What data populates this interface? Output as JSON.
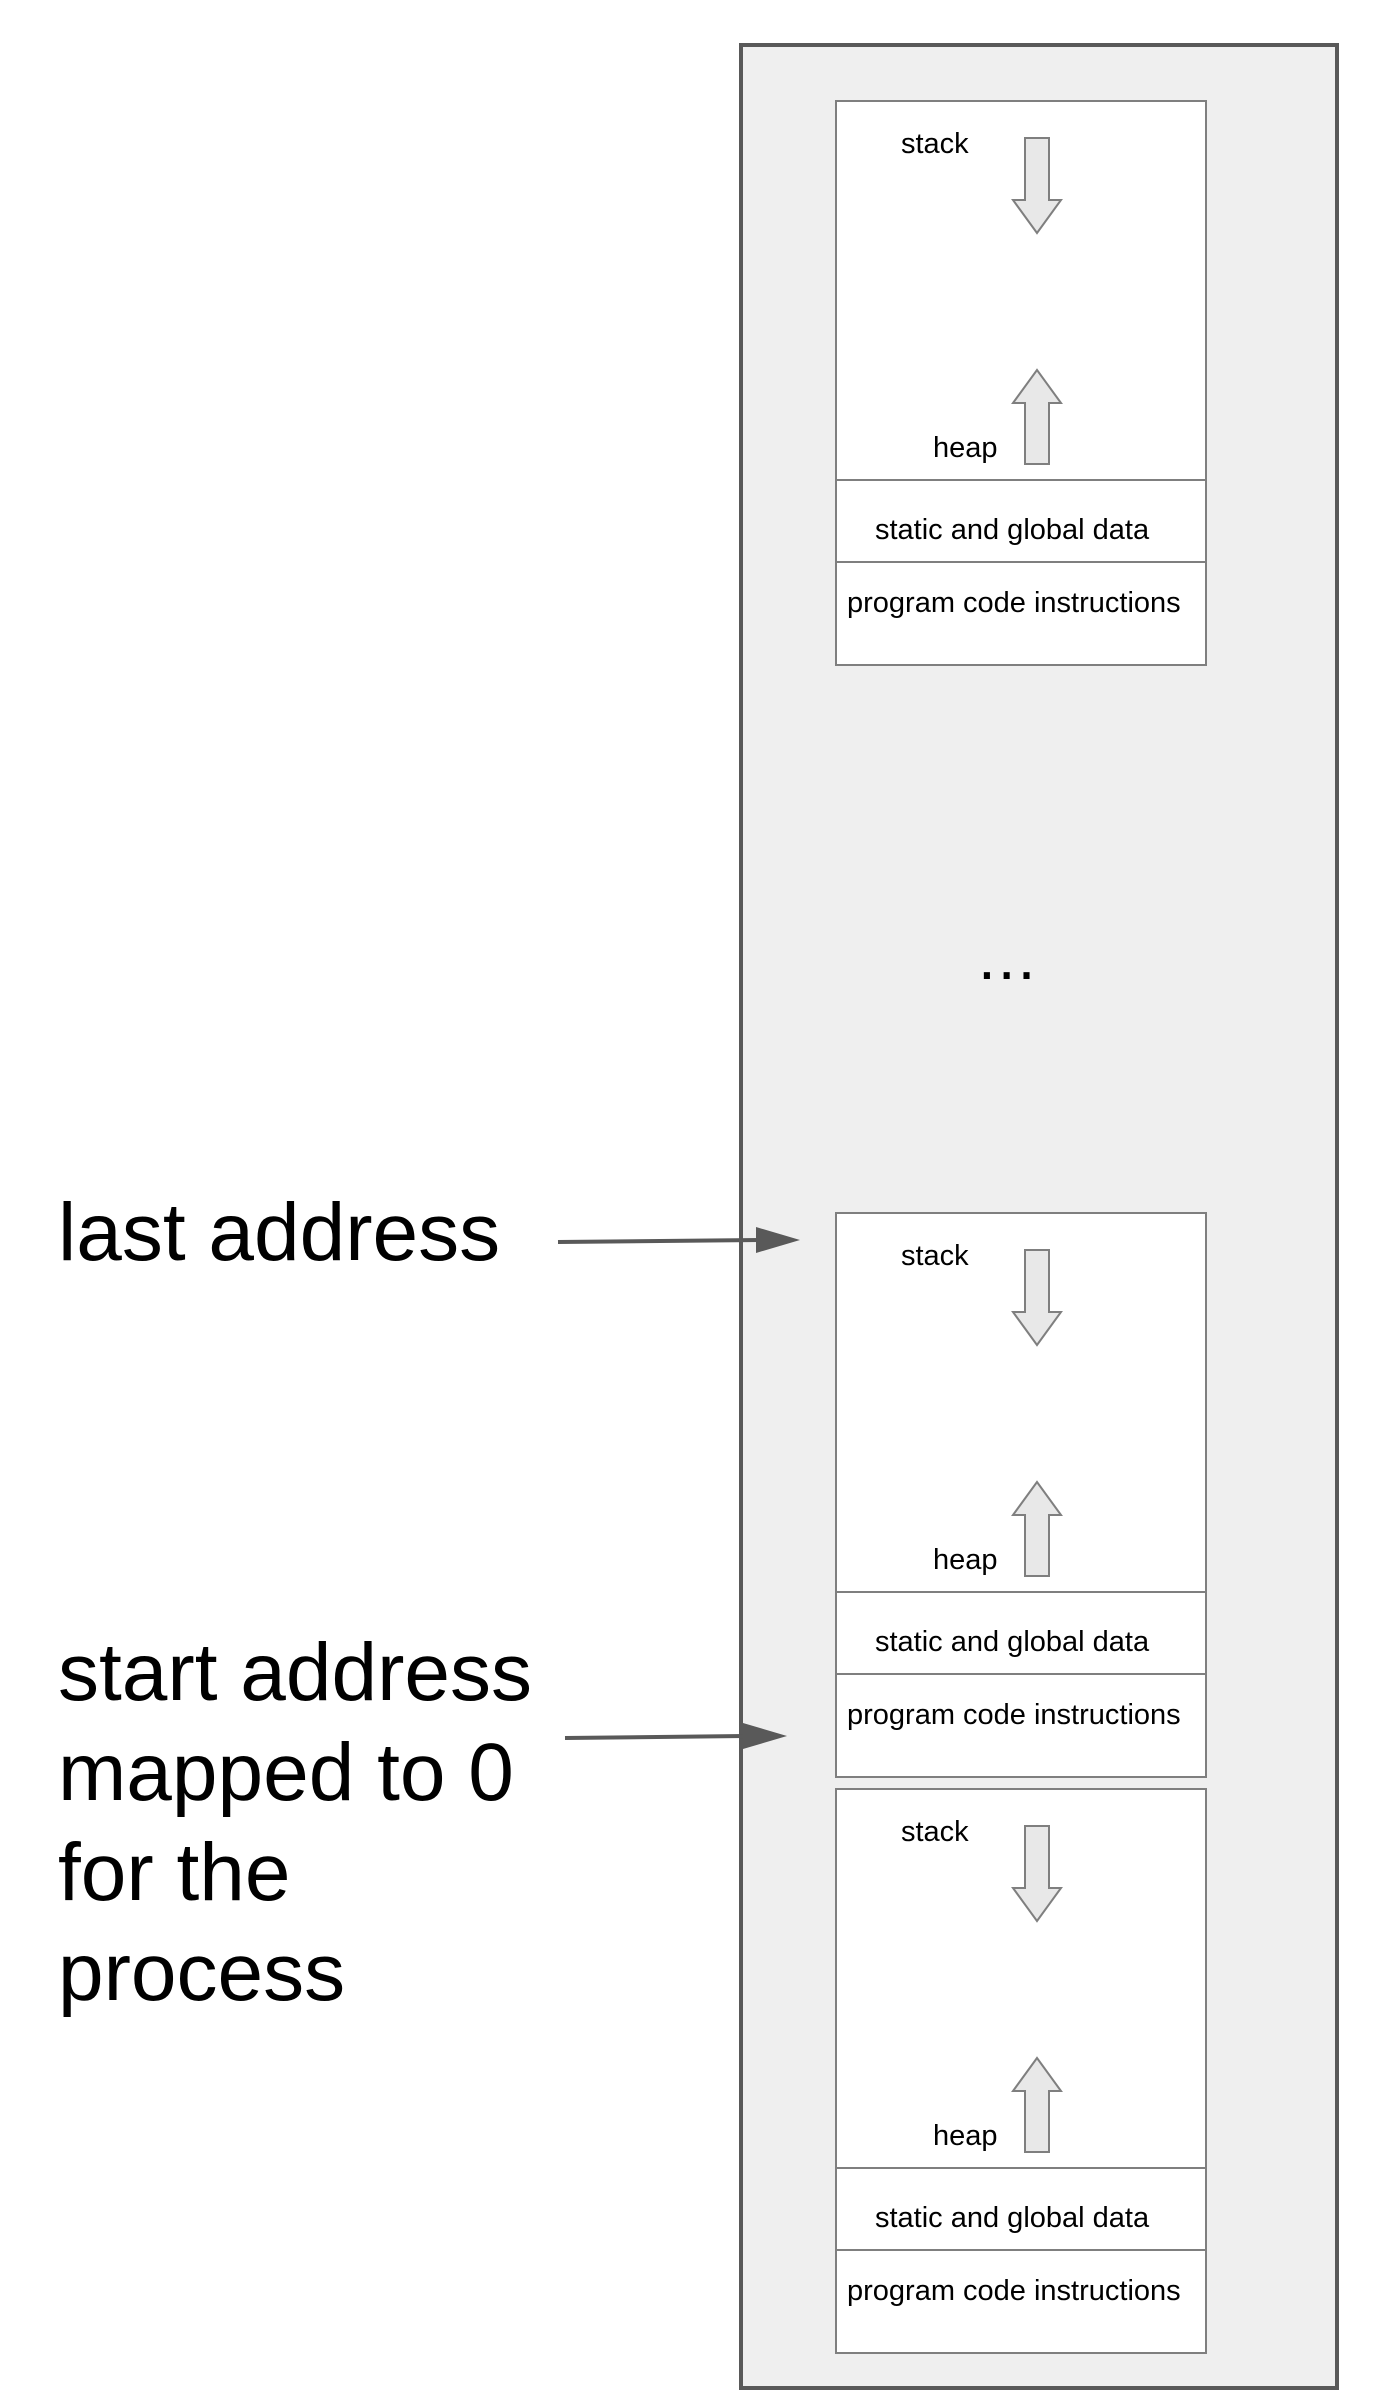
{
  "ellipsis": "...",
  "callouts": {
    "last_address": "last address",
    "start_address": "start address\nmapped to 0\nfor the\nprocess"
  },
  "process_blocks": [
    {
      "stack": "stack",
      "heap": "heap",
      "static": "static and global data",
      "code": "program code instructions"
    },
    {
      "stack": "stack",
      "heap": "heap",
      "static": "static and global data",
      "code": "program code instructions"
    },
    {
      "stack": "stack",
      "heap": "heap",
      "static": "static and global data",
      "code": "program code instructions"
    }
  ]
}
